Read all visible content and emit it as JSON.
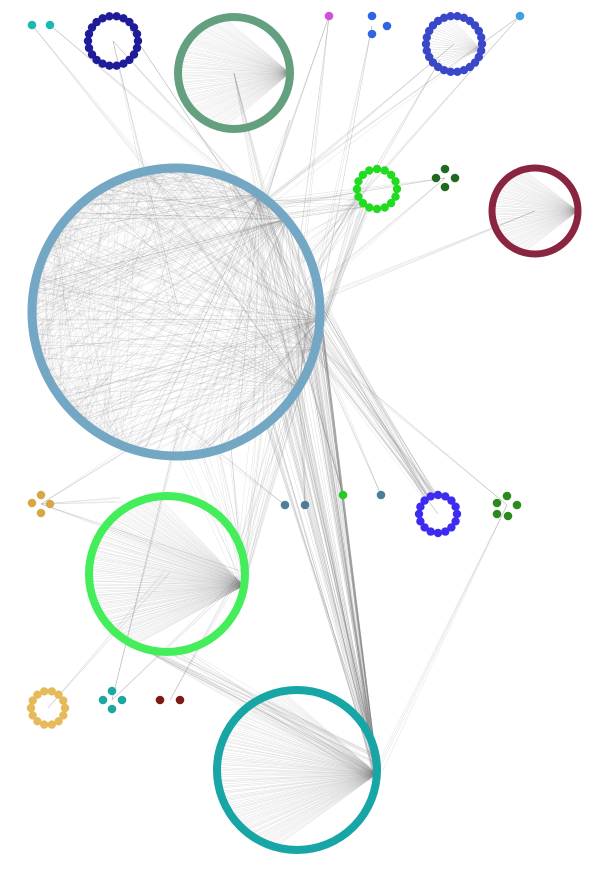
{
  "diagram": {
    "type": "community-network",
    "edge_color": "#7a7a7a",
    "background": "#ffffff"
  },
  "communities": [
    {
      "id": "c-steelblue-large",
      "color": "#73a7c4",
      "style": "ring"
    },
    {
      "id": "c-bright-green-large",
      "color": "#44ee5a",
      "style": "ring"
    },
    {
      "id": "c-teal-large",
      "color": "#17a5a5",
      "style": "ring"
    },
    {
      "id": "c-sage",
      "color": "#64a07f",
      "style": "ring"
    },
    {
      "id": "c-maroon",
      "color": "#8a2540",
      "style": "ring"
    },
    {
      "id": "c-navy",
      "color": "#1f1b99",
      "style": "beads"
    },
    {
      "id": "c-royal-blue",
      "color": "#3a47c9",
      "style": "beads"
    },
    {
      "id": "c-lime",
      "color": "#1fdc1f",
      "style": "beads"
    },
    {
      "id": "c-violet-blue",
      "color": "#3d2bf2",
      "style": "beads"
    },
    {
      "id": "c-sand",
      "color": "#e6ba5a",
      "style": "beads"
    },
    {
      "id": "c-dark-green",
      "color": "#1f6a1f",
      "style": "cluster"
    },
    {
      "id": "c-forest",
      "color": "#2a8a1e",
      "style": "cluster"
    },
    {
      "id": "c-ochre",
      "color": "#d8a744",
      "style": "cluster"
    },
    {
      "id": "c-teal-small",
      "color": "#1ea7a2",
      "style": "cluster"
    },
    {
      "id": "c-cobalt",
      "color": "#2f65e2",
      "style": "cluster"
    },
    {
      "id": "c-cyan-pair",
      "color": "#19b8b3",
      "style": "pair"
    },
    {
      "id": "c-slate-pair",
      "color": "#4e7d98",
      "style": "pair"
    },
    {
      "id": "c-brown-pair",
      "color": "#7a1b14",
      "style": "pair"
    },
    {
      "id": "c-magenta",
      "color": "#d04fd6",
      "style": "single"
    },
    {
      "id": "c-sky",
      "color": "#3fa1e3",
      "style": "single"
    },
    {
      "id": "c-green-dot",
      "color": "#22cc22",
      "style": "single"
    },
    {
      "id": "c-steel-dot",
      "color": "#4a7f9c",
      "style": "single"
    }
  ]
}
